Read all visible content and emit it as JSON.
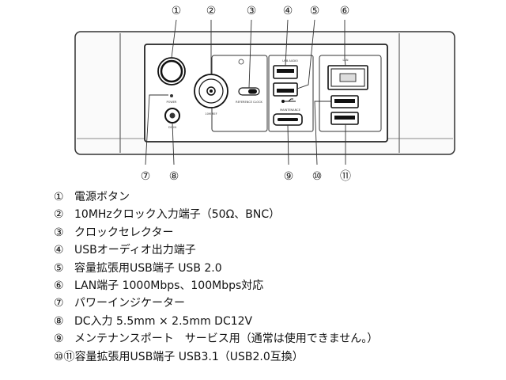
{
  "callouts": [
    "①",
    "②",
    "③",
    "④",
    "⑤",
    "⑥",
    "⑦",
    "⑧",
    "⑨",
    "⑩",
    "⑪"
  ],
  "panel_labels": {
    "power": "POWER",
    "dc": "DC IN",
    "ref": "10M REF",
    "clock": "REFERENCE CLOCK",
    "audio": "USB AUDIO",
    "maint": "MAINTENANCE",
    "lan": "LAN"
  },
  "legend": [
    {
      "num": "①",
      "text": "電源ボタン"
    },
    {
      "num": "②",
      "text": "10MHzクロック入力端子（50Ω、BNC）"
    },
    {
      "num": "③",
      "text": "クロックセレクター"
    },
    {
      "num": "④",
      "text": "USBオーディオ出力端子"
    },
    {
      "num": "⑤",
      "text": "容量拡張用USB端子  USB 2.0"
    },
    {
      "num": "⑥",
      "text": "LAN端子  1000Mbps、100Mbps対応"
    },
    {
      "num": "⑦",
      "text": "パワーインジケーター"
    },
    {
      "num": "⑧",
      "text": "DC入力  5.5mm × 2.5mm DC12V"
    },
    {
      "num": "⑨",
      "text": "メンテナンスポート　サービス用（通常は使用できません。）"
    },
    {
      "num": "⑩⑪",
      "text": "容量拡張用USB端子  USB3.1（USB2.0互換）"
    }
  ]
}
